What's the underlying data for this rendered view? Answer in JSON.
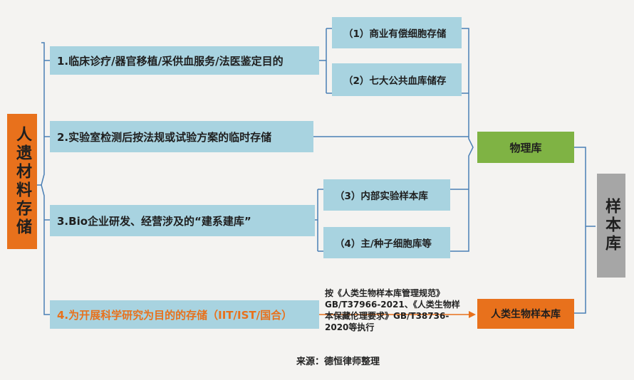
{
  "root": {
    "label": "人遗材料存储"
  },
  "categories": [
    "1.临床诊疗/器官移植/采供血服务/法医鉴定目的",
    "2.实验室检测后按法规或试验方案的临时存储",
    "3.Bio企业研发、经营涉及的“建系建库”",
    "4.为开展科学研究为目的的存储（IIT/IST/国合）"
  ],
  "subitems": [
    "（1）商业有偿细胞存储",
    "（2）七大公共血库储存",
    "（3）内部实验样本库",
    "（4）主/种子细胞库等"
  ],
  "physical_lib": "物理库",
  "human_bio_lib": "人类生物样本库",
  "sample_lib": "样本库",
  "note": "按《人类生物样本库管理规范》GB/T37966-2021、《人类生物样本保藏伦理要求》GB/T38736-2020等执行",
  "source": "来源：德恒律师整理",
  "colors": {
    "blue": "#a8d3e0",
    "orange": "#e8711c",
    "green": "#7fb344",
    "gray": "#a6a6a6",
    "line": "#4a7fb5"
  }
}
